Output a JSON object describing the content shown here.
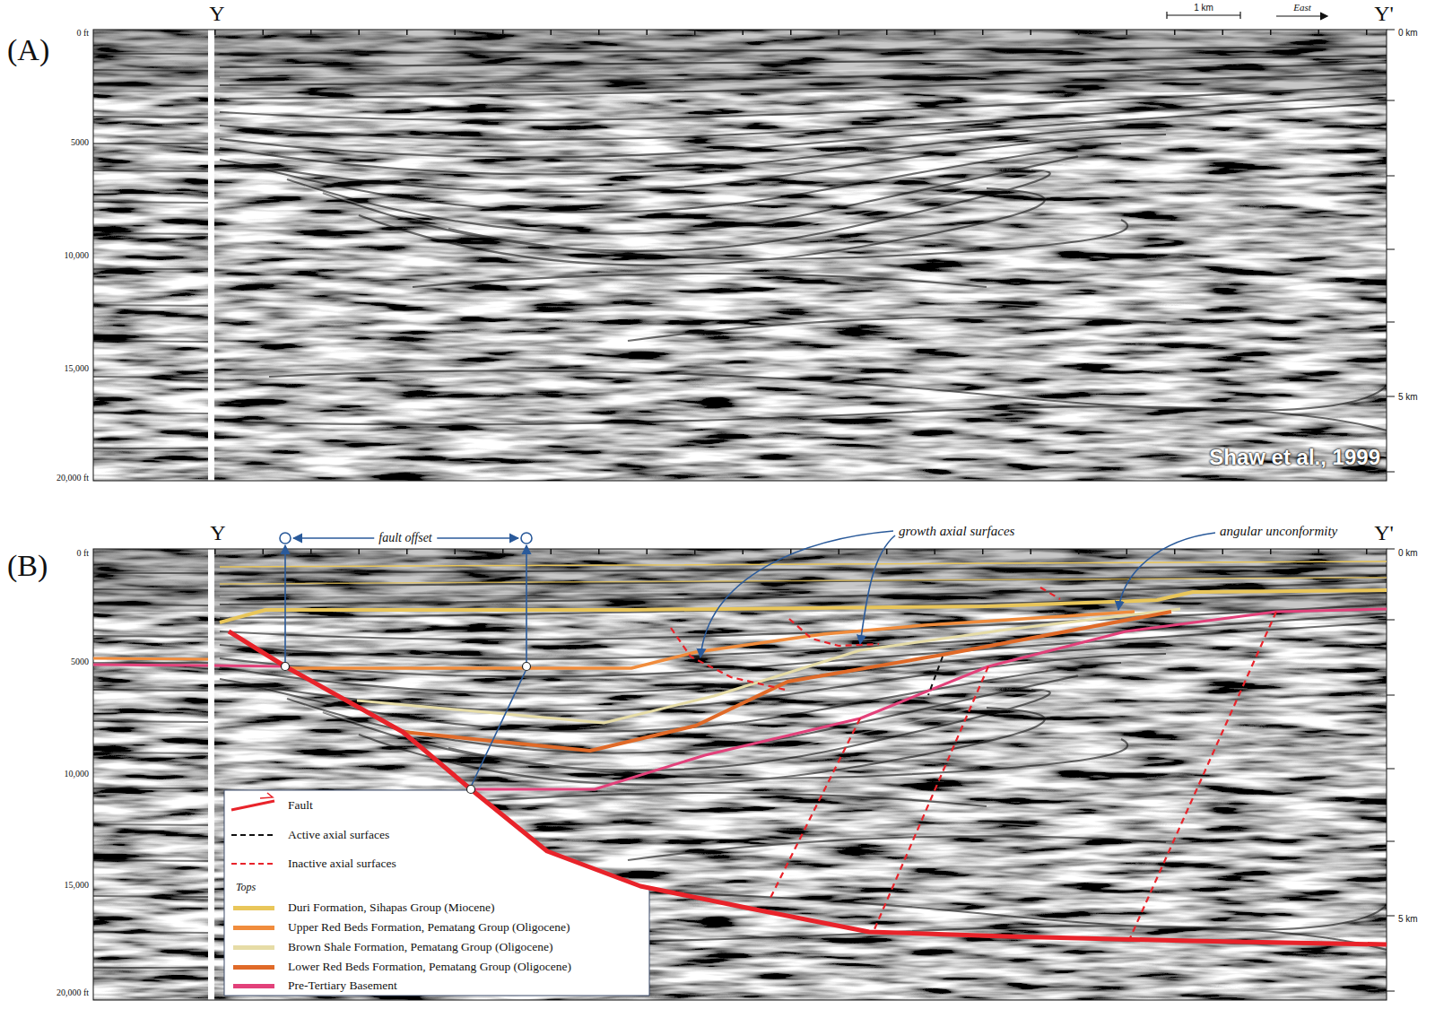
{
  "diagram": {
    "labels": [
      "(A)",
      "Y",
      "Y'",
      "0 ft",
      "5000",
      "10,000",
      "15,000",
      "20,000 ft",
      "1 km",
      "East",
      "0 km",
      "5 km",
      "Shaw et al., 1999",
      "(B)",
      "Y",
      "Y'",
      "0 ft",
      "5000",
      "10,000",
      "15,000",
      "20,000 ft",
      "0 km",
      "5 km",
      "fault offset",
      "growth axial surfaces",
      "angular unconformity",
      "Tops"
    ],
    "legend": [
      {
        "text": "Fault"
      },
      {
        "text": "Active axial surfaces"
      },
      {
        "text": "Inactive axial surfaces"
      },
      {
        "text": "Duri Formation, Sihapas Group (Miocene)",
        "color": "#e9c65a"
      },
      {
        "text": "Upper Red Beds Formation, Pematang Group (Oligocene)",
        "color": "#f08c3c"
      },
      {
        "text": "Brown Shale Formation, Pematang Group (Oligocene)",
        "color": "#e6dca6"
      },
      {
        "text": "Lower Red Beds Formation, Pematang Group (Oligocene)",
        "color": "#e06a28"
      },
      {
        "text": "Pre-Tertiary Basement",
        "color": "#e2417a"
      }
    ]
  }
}
